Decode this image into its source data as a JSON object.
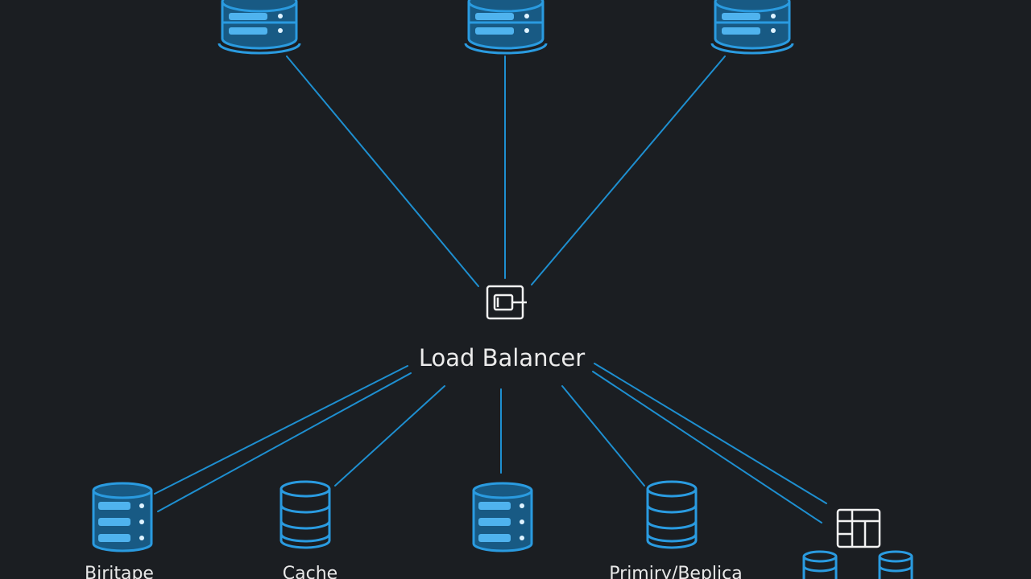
{
  "diagram": {
    "center_node": {
      "label": "Load Balancer",
      "icon": "router-icon"
    },
    "top_nodes": [
      {
        "id": "top-left",
        "icon": "database-server-icon",
        "label": ""
      },
      {
        "id": "top-center",
        "icon": "database-server-icon",
        "label": ""
      },
      {
        "id": "top-right",
        "icon": "database-server-icon",
        "label": ""
      }
    ],
    "bottom_nodes": [
      {
        "id": "storage",
        "icon": "database-server-icon",
        "label": "Biritape"
      },
      {
        "id": "cache",
        "icon": "database-icon",
        "label": "Cache"
      },
      {
        "id": "middle",
        "icon": "database-server-icon",
        "label": ""
      },
      {
        "id": "primary-replica",
        "icon": "database-icon",
        "label": "Primiry/Beplica"
      },
      {
        "id": "cluster",
        "icon": "cluster-switch-icon",
        "label": ""
      }
    ],
    "colors": {
      "background": "#1b1e22",
      "accent": "#2a9be0",
      "text": "#e8e8e8"
    }
  }
}
